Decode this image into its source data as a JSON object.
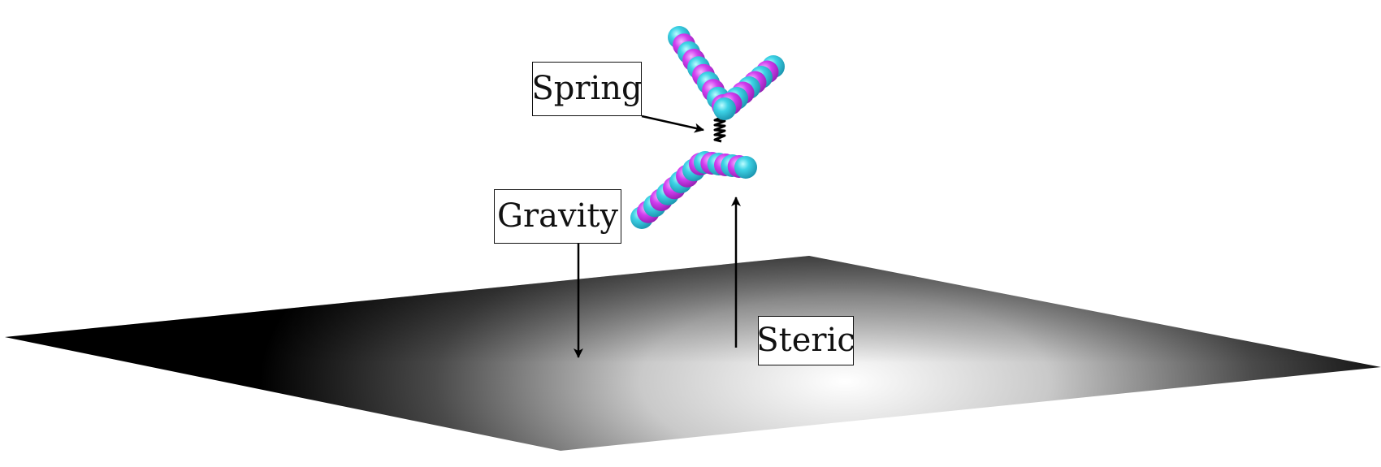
{
  "labels": {
    "spring": "Spring",
    "gravity": "Gravity",
    "steric": "Steric"
  },
  "colors": {
    "bead_cyan": "#22c4dc",
    "bead_magenta": "#cc2ee8",
    "surface_dark": "#000000",
    "surface_light": "#ffffff",
    "arrow": "#000000"
  }
}
